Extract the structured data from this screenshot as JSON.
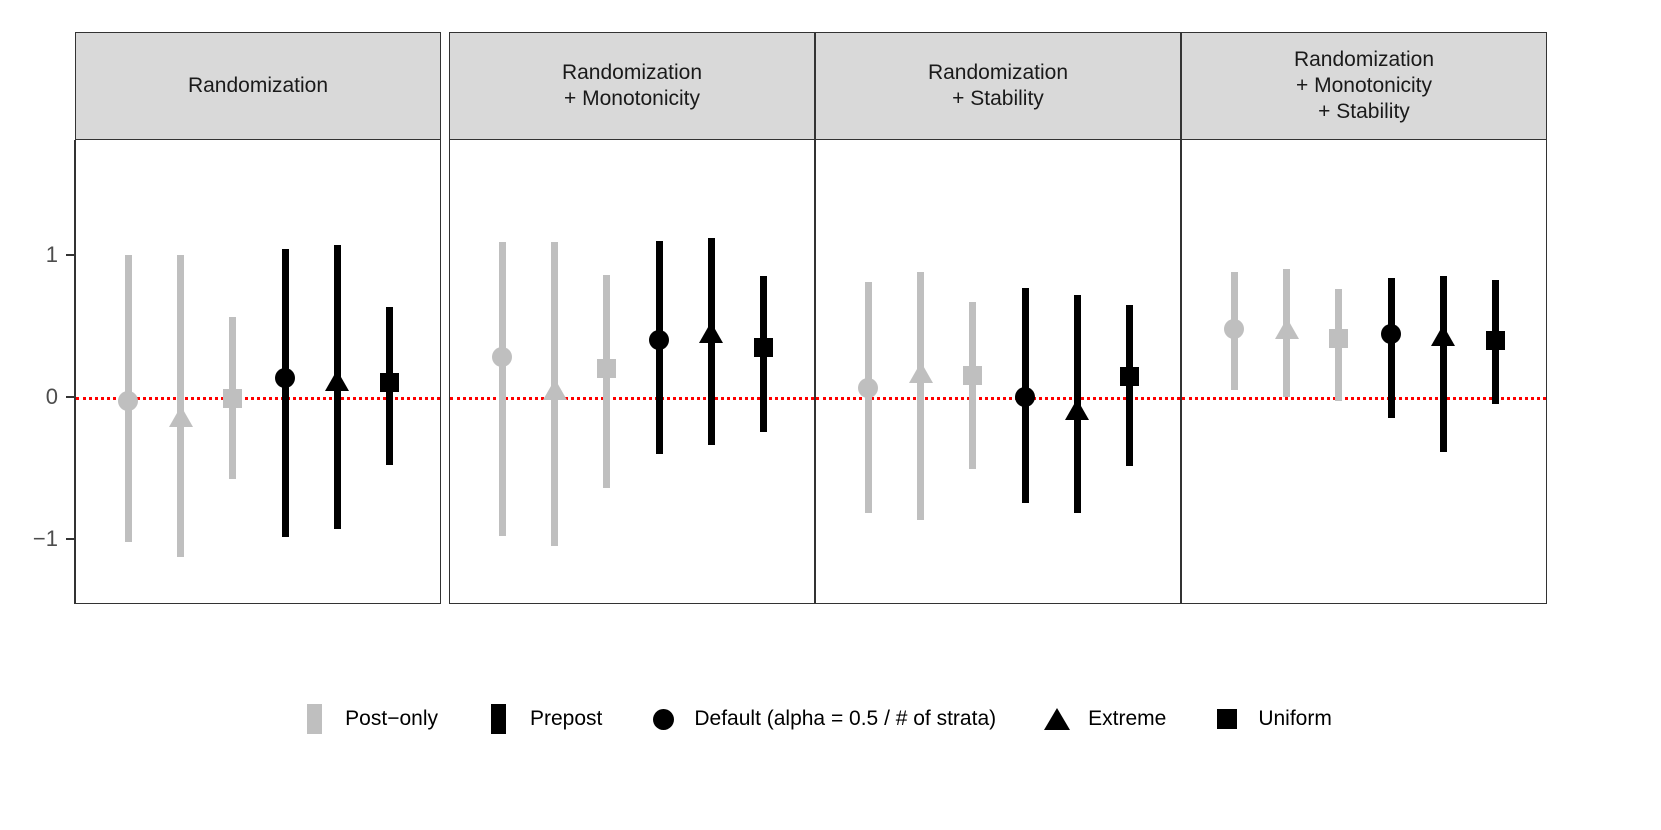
{
  "chart_data": {
    "type": "scatter",
    "title": "",
    "xlabel": "",
    "ylabel": "",
    "ylim": [
      -1.46,
      1.81
    ],
    "yticks": [
      1,
      0,
      -1
    ],
    "ytick_labels": [
      "1",
      "0",
      "−1"
    ],
    "grid": false,
    "reference_line": {
      "y": 0,
      "color": "#ff0000",
      "style": "dotted"
    },
    "legend_position": "bottom",
    "colors": {
      "post_only": "#bfbfbf",
      "prepost": "#000000",
      "strip_fill": "#d9d9d9",
      "panel_border": "#333333",
      "reference": "#ff0000"
    },
    "panels": [
      {
        "label": "Randomization",
        "estimates": [
          {
            "design": "Post-only",
            "weight": "Default (alpha = 0.5 / # of strata)",
            "marker": "circle",
            "color": "#bfbfbf",
            "estimate": -0.03,
            "lower": -1.02,
            "upper": 1.0
          },
          {
            "design": "Post-only",
            "weight": "Extreme",
            "marker": "triangle",
            "color": "#bfbfbf",
            "estimate": -0.14,
            "lower": -1.13,
            "upper": 1.0
          },
          {
            "design": "Post-only",
            "weight": "Uniform",
            "marker": "square",
            "color": "#bfbfbf",
            "estimate": -0.01,
            "lower": -0.58,
            "upper": 0.56
          },
          {
            "design": "Prepost",
            "weight": "Default (alpha = 0.5 / # of strata)",
            "marker": "circle",
            "color": "#000000",
            "estimate": 0.13,
            "lower": -0.99,
            "upper": 1.04
          },
          {
            "design": "Prepost",
            "weight": "Extreme",
            "marker": "triangle",
            "color": "#000000",
            "estimate": 0.11,
            "lower": -0.93,
            "upper": 1.07
          },
          {
            "design": "Prepost",
            "weight": "Uniform",
            "marker": "square",
            "color": "#000000",
            "estimate": 0.1,
            "lower": -0.48,
            "upper": 0.63
          }
        ]
      },
      {
        "label": "Randomization\n+ Monotonicity",
        "estimates": [
          {
            "design": "Post-only",
            "weight": "Default (alpha = 0.5 / # of strata)",
            "marker": "circle",
            "color": "#bfbfbf",
            "estimate": 0.28,
            "lower": -0.98,
            "upper": 1.09
          },
          {
            "design": "Post-only",
            "weight": "Extreme",
            "marker": "triangle",
            "color": "#bfbfbf",
            "estimate": 0.05,
            "lower": -1.05,
            "upper": 1.09
          },
          {
            "design": "Post-only",
            "weight": "Uniform",
            "marker": "square",
            "color": "#bfbfbf",
            "estimate": 0.2,
            "lower": -0.64,
            "upper": 0.86
          },
          {
            "design": "Prepost",
            "weight": "Default (alpha = 0.5 / # of strata)",
            "marker": "circle",
            "color": "#000000",
            "estimate": 0.4,
            "lower": -0.4,
            "upper": 1.1
          },
          {
            "design": "Prepost",
            "weight": "Extreme",
            "marker": "triangle",
            "color": "#000000",
            "estimate": 0.45,
            "lower": -0.34,
            "upper": 1.12
          },
          {
            "design": "Prepost",
            "weight": "Uniform",
            "marker": "square",
            "color": "#000000",
            "estimate": 0.35,
            "lower": -0.25,
            "upper": 0.85
          }
        ]
      },
      {
        "label": "Randomization\n+ Stability",
        "estimates": [
          {
            "design": "Post-only",
            "weight": "Default (alpha = 0.5 / # of strata)",
            "marker": "circle",
            "color": "#bfbfbf",
            "estimate": 0.06,
            "lower": -0.82,
            "upper": 0.81
          },
          {
            "design": "Post-only",
            "weight": "Extreme",
            "marker": "triangle",
            "color": "#bfbfbf",
            "estimate": 0.17,
            "lower": -0.87,
            "upper": 0.88
          },
          {
            "design": "Post-only",
            "weight": "Uniform",
            "marker": "square",
            "color": "#bfbfbf",
            "estimate": 0.15,
            "lower": -0.51,
            "upper": 0.67
          },
          {
            "design": "Prepost",
            "weight": "Default (alpha = 0.5 / # of strata)",
            "marker": "circle",
            "color": "#000000",
            "estimate": 0.0,
            "lower": -0.75,
            "upper": 0.77
          },
          {
            "design": "Prepost",
            "weight": "Extreme",
            "marker": "triangle",
            "color": "#000000",
            "estimate": -0.09,
            "lower": -0.82,
            "upper": 0.72
          },
          {
            "design": "Prepost",
            "weight": "Uniform",
            "marker": "square",
            "color": "#000000",
            "estimate": 0.14,
            "lower": -0.49,
            "upper": 0.65
          }
        ]
      },
      {
        "label": "Randomization\n+ Monotonicity\n+ Stability",
        "estimates": [
          {
            "design": "Post-only",
            "weight": "Default (alpha = 0.5 / # of strata)",
            "marker": "circle",
            "color": "#bfbfbf",
            "estimate": 0.48,
            "lower": 0.05,
            "upper": 0.88
          },
          {
            "design": "Post-only",
            "weight": "Extreme",
            "marker": "triangle",
            "color": "#bfbfbf",
            "estimate": 0.48,
            "lower": 0.0,
            "upper": 0.9
          },
          {
            "design": "Post-only",
            "weight": "Uniform",
            "marker": "square",
            "color": "#bfbfbf",
            "estimate": 0.41,
            "lower": -0.03,
            "upper": 0.76
          },
          {
            "design": "Prepost",
            "weight": "Default (alpha = 0.5 / # of strata)",
            "marker": "circle",
            "color": "#000000",
            "estimate": 0.44,
            "lower": -0.15,
            "upper": 0.84
          },
          {
            "design": "Prepost",
            "weight": "Extreme",
            "marker": "triangle",
            "color": "#000000",
            "estimate": 0.43,
            "lower": -0.39,
            "upper": 0.85
          },
          {
            "design": "Prepost",
            "weight": "Uniform",
            "marker": "square",
            "color": "#000000",
            "estimate": 0.4,
            "lower": -0.05,
            "upper": 0.82
          }
        ]
      }
    ],
    "legend": {
      "design_entries": [
        {
          "label": "Post−only",
          "key": "rect-gray-key",
          "color": "#bfbfbf"
        },
        {
          "label": "Prepost",
          "key": "rect-black-key",
          "color": "#000000"
        }
      ],
      "weight_entries": [
        {
          "label": "Default (alpha = 0.5 / # of strata)",
          "key": "circle-key",
          "color": "#000000"
        },
        {
          "label": "Extreme",
          "key": "triangle-key",
          "color": "#000000"
        },
        {
          "label": "Uniform",
          "key": "square-key",
          "color": "#000000"
        }
      ]
    }
  }
}
